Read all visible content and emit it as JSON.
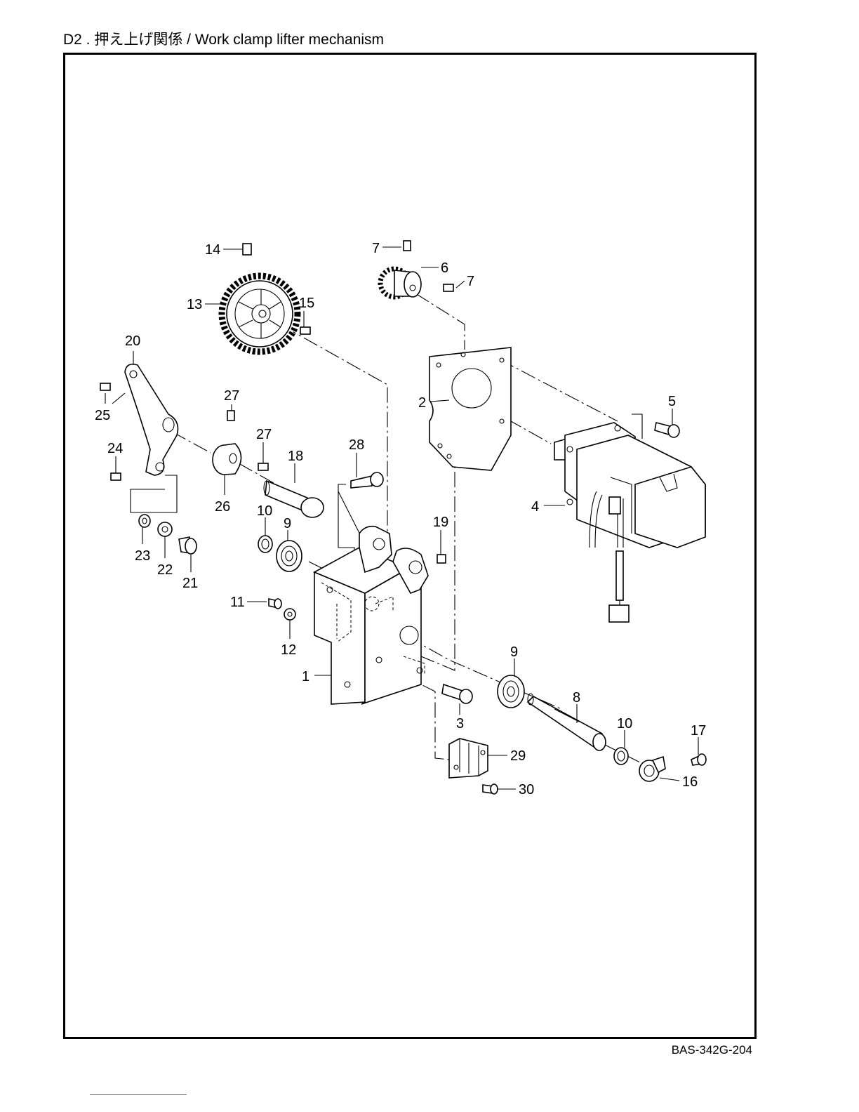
{
  "header": {
    "title": "D2 . 押え上げ関係 / Work clamp lifter mechanism"
  },
  "footer": {
    "code": "BAS-342G-204"
  },
  "callouts": {
    "c1": "1",
    "c2": "2",
    "c3": "3",
    "c4": "4",
    "c5": "5",
    "c6": "6",
    "c7a": "7",
    "c7b": "7",
    "c8": "8",
    "c9a": "9",
    "c9b": "9",
    "c10a": "10",
    "c10b": "10",
    "c11": "11",
    "c12": "12",
    "c13": "13",
    "c14": "14",
    "c15": "15",
    "c16": "16",
    "c17": "17",
    "c18": "18",
    "c19": "19",
    "c20": "20",
    "c21": "21",
    "c22": "22",
    "c23": "23",
    "c24": "24",
    "c25": "25",
    "c26": "26",
    "c27a": "27",
    "c27b": "27",
    "c28": "28",
    "c29": "29",
    "c30": "30"
  }
}
